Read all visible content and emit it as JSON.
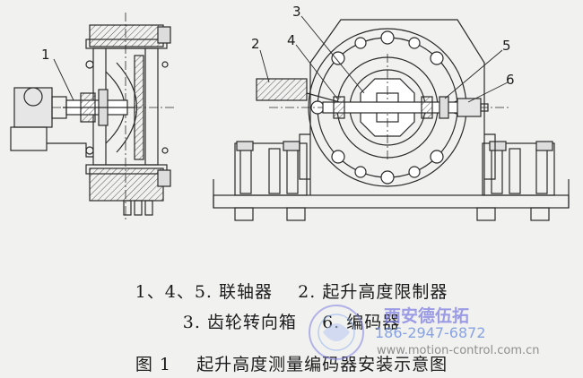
{
  "labels": {
    "l1": "1",
    "l2": "2",
    "l3": "3",
    "l4": "4",
    "l5": "5",
    "l6": "6"
  },
  "caption": {
    "line1": "1、4、5. 联轴器    2. 起升高度限制器",
    "line2": "3. 齿轮转向箱    6. 编码器",
    "figure": "图 1    起升高度测量编码器安装示意图"
  },
  "watermark": {
    "name": "西安德伍拓",
    "phone": "186-2947-6872",
    "url": "www.motion-control.com.cn"
  },
  "colors": {
    "line": "#2a2a2a",
    "hatch": "#555555",
    "watermark": "#7f7fe4"
  }
}
